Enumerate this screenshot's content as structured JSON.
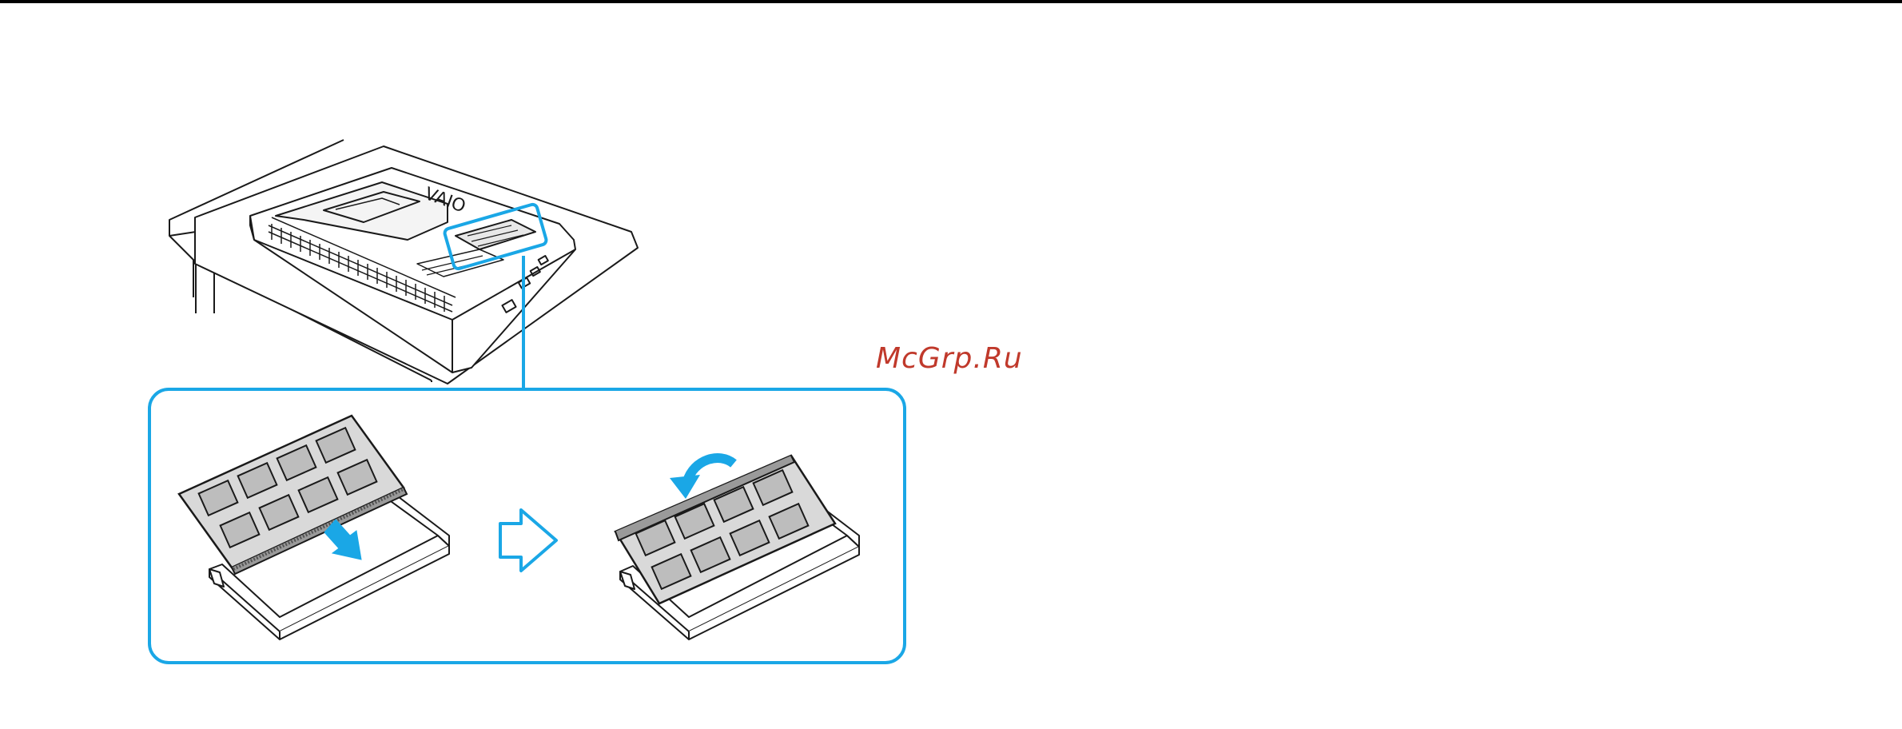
{
  "page": {
    "watermark_text": "McGrp.Ru"
  },
  "colors": {
    "rule": "#000000",
    "callout": "#1aa7e6",
    "watermark": "#c0392b",
    "line": "#1a1a1a",
    "module_fill": "#d9d9d9",
    "chip_fill": "#bdbdbd",
    "paper": "#ffffff"
  },
  "icons": {
    "step_arrow": "outlined-right-arrow",
    "insert_arrow": "down-arrow",
    "rotate_arrow": "curved-arrow"
  }
}
